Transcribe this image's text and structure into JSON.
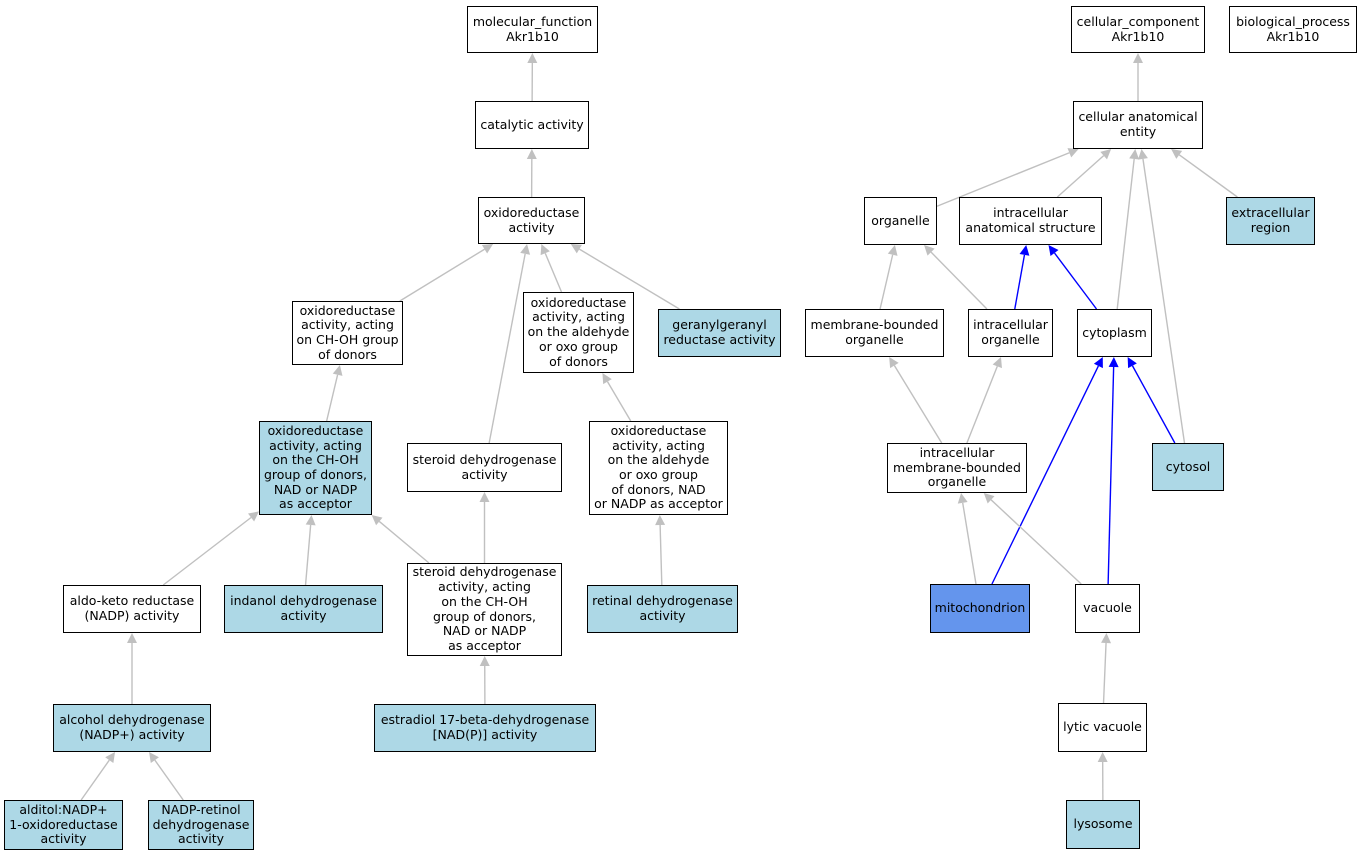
{
  "colors": {
    "background": "#ffffff",
    "node_default": "#ffffff",
    "node_annotated": "#add8e6",
    "node_highlighted": "#6495ed",
    "edge_is_a": "#c0c0c0",
    "edge_part_of": "#0000ff"
  },
  "nodes": {
    "mf_root": {
      "label": "molecular_function\nAkr1b10"
    },
    "catalytic": {
      "label": "catalytic activity"
    },
    "oxidoreductase": {
      "label": "oxidoreductase\nactivity"
    },
    "ox_choh": {
      "label": "oxidoreductase\nactivity, acting\non CH-OH group\nof donors"
    },
    "ox_aldehyde": {
      "label": "oxidoreductase\nactivity, acting\non the aldehyde\nor oxo group\nof donors"
    },
    "geranylgeranyl": {
      "label": "geranylgeranyl\nreductase activity"
    },
    "ox_choh_nad": {
      "label": "oxidoreductase\nactivity, acting\non the CH-OH\ngroup of donors,\nNAD or NADP\nas acceptor"
    },
    "steroid_dh": {
      "label": "steroid dehydrogenase\nactivity"
    },
    "ox_aldehyde_nad": {
      "label": "oxidoreductase\nactivity, acting\non the aldehyde\nor oxo group\nof donors, NAD\nor NADP as acceptor"
    },
    "aldo_keto": {
      "label": "aldo-keto reductase\n(NADP) activity"
    },
    "indanol": {
      "label": "indanol dehydrogenase\nactivity"
    },
    "steroid_dh_choh": {
      "label": "steroid dehydrogenase\nactivity, acting\non the CH-OH\ngroup of donors,\nNAD or NADP\nas acceptor"
    },
    "retinal_dh": {
      "label": "retinal dehydrogenase\nactivity"
    },
    "alcohol_dh": {
      "label": "alcohol dehydrogenase\n(NADP+) activity"
    },
    "estradiol": {
      "label": "estradiol 17-beta-dehydrogenase\n[NAD(P)] activity"
    },
    "alditol": {
      "label": "alditol:NADP+\n1-oxidoreductase\nactivity"
    },
    "nadp_retinol": {
      "label": "NADP-retinol\ndehydrogenase\nactivity"
    },
    "cc_root": {
      "label": "cellular_component\nAkr1b10"
    },
    "bp_root": {
      "label": "biological_process\nAkr1b10"
    },
    "cae": {
      "label": "cellular anatomical\nentity"
    },
    "organelle": {
      "label": "organelle"
    },
    "intracellular_as": {
      "label": "intracellular\nanatomical structure"
    },
    "extracellular": {
      "label": "extracellular\nregion"
    },
    "mb_organelle": {
      "label": "membrane-bounded\norganelle"
    },
    "ic_organelle": {
      "label": "intracellular\norganelle"
    },
    "cytoplasm": {
      "label": "cytoplasm"
    },
    "imb_organelle": {
      "label": "intracellular\nmembrane-bounded\norganelle"
    },
    "cytosol": {
      "label": "cytosol"
    },
    "mitochondrion": {
      "label": "mitochondrion"
    },
    "vacuole": {
      "label": "vacuole"
    },
    "lytic_vacuole": {
      "label": "lytic vacuole"
    },
    "lysosome": {
      "label": "lysosome"
    }
  },
  "edges": [
    {
      "from": "catalytic",
      "to": "mf_root",
      "type": "is_a"
    },
    {
      "from": "oxidoreductase",
      "to": "catalytic",
      "type": "is_a"
    },
    {
      "from": "ox_choh",
      "to": "oxidoreductase",
      "type": "is_a"
    },
    {
      "from": "steroid_dh",
      "to": "oxidoreductase",
      "type": "is_a"
    },
    {
      "from": "ox_aldehyde",
      "to": "oxidoreductase",
      "type": "is_a"
    },
    {
      "from": "geranylgeranyl",
      "to": "oxidoreductase",
      "type": "is_a"
    },
    {
      "from": "ox_choh_nad",
      "to": "ox_choh",
      "type": "is_a"
    },
    {
      "from": "ox_aldehyde_nad",
      "to": "ox_aldehyde",
      "type": "is_a"
    },
    {
      "from": "aldo_keto",
      "to": "ox_choh_nad",
      "type": "is_a"
    },
    {
      "from": "indanol",
      "to": "ox_choh_nad",
      "type": "is_a"
    },
    {
      "from": "steroid_dh_choh",
      "to": "ox_choh_nad",
      "type": "is_a"
    },
    {
      "from": "steroid_dh_choh",
      "to": "steroid_dh",
      "type": "is_a"
    },
    {
      "from": "retinal_dh",
      "to": "ox_aldehyde_nad",
      "type": "is_a"
    },
    {
      "from": "alcohol_dh",
      "to": "aldo_keto",
      "type": "is_a"
    },
    {
      "from": "estradiol",
      "to": "steroid_dh_choh",
      "type": "is_a"
    },
    {
      "from": "alditol",
      "to": "alcohol_dh",
      "type": "is_a"
    },
    {
      "from": "nadp_retinol",
      "to": "alcohol_dh",
      "type": "is_a"
    },
    {
      "from": "cae",
      "to": "cc_root",
      "type": "is_a"
    },
    {
      "from": "organelle",
      "to": "cae",
      "type": "is_a"
    },
    {
      "from": "intracellular_as",
      "to": "cae",
      "type": "is_a"
    },
    {
      "from": "cytoplasm",
      "to": "cae",
      "type": "is_a"
    },
    {
      "from": "cytosol",
      "to": "cae",
      "type": "is_a"
    },
    {
      "from": "extracellular",
      "to": "cae",
      "type": "is_a"
    },
    {
      "from": "mb_organelle",
      "to": "organelle",
      "type": "is_a"
    },
    {
      "from": "ic_organelle",
      "to": "organelle",
      "type": "is_a"
    },
    {
      "from": "ic_organelle",
      "to": "intracellular_as",
      "type": "part_of"
    },
    {
      "from": "cytoplasm",
      "to": "intracellular_as",
      "type": "part_of"
    },
    {
      "from": "imb_organelle",
      "to": "mb_organelle",
      "type": "is_a"
    },
    {
      "from": "imb_organelle",
      "to": "ic_organelle",
      "type": "is_a"
    },
    {
      "from": "cytosol",
      "to": "cytoplasm",
      "type": "part_of"
    },
    {
      "from": "mitochondrion",
      "to": "imb_organelle",
      "type": "is_a"
    },
    {
      "from": "mitochondrion",
      "to": "cytoplasm",
      "type": "part_of"
    },
    {
      "from": "vacuole",
      "to": "imb_organelle",
      "type": "is_a"
    },
    {
      "from": "vacuole",
      "to": "cytoplasm",
      "type": "part_of"
    },
    {
      "from": "lytic_vacuole",
      "to": "vacuole",
      "type": "is_a"
    },
    {
      "from": "lysosome",
      "to": "lytic_vacuole",
      "type": "is_a"
    }
  ]
}
